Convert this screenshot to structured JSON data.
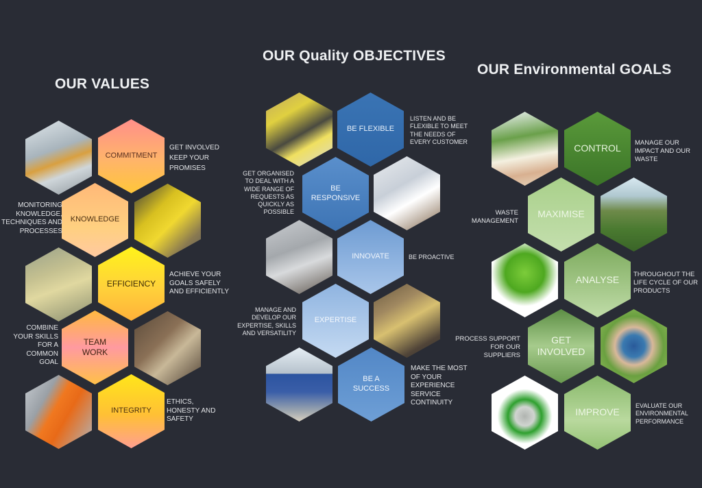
{
  "values": {
    "title": "OUR VALUES",
    "items": [
      {
        "label": "COMMITMENT",
        "description": "GET INVOLVED\nKEEP YOUR\nPROMISES",
        "side": "right"
      },
      {
        "label": "KNOWLEDGE",
        "description": "MONITORING\nKNOWLEDGE,\nTECHNIQUES AND\nPROCESSES",
        "side": "left"
      },
      {
        "label": "EFFICIENCY",
        "description": "ACHIEVE YOUR\nGOALS SAFELY\nAND EFFICIENTLY",
        "side": "right"
      },
      {
        "label": "TEAM\nWORK",
        "description": "COMBINE\nYOUR SKILLS\nFOR A\nCOMMON\nGOAL",
        "side": "left"
      },
      {
        "label": "INTEGRITY",
        "description": "ETHICS,\nHONESTY AND\nSAFETY",
        "side": "right"
      }
    ],
    "photos": [
      "robot-cell-photo",
      "yellow-fixture-photo",
      "production-line-photo",
      "team-hands-photo",
      "orange-robot-arm-photo"
    ],
    "colors": {
      "top": "#ff8f8a",
      "mid": "#ffd23a",
      "bottom": "#ffc63a"
    }
  },
  "quality": {
    "title": "OUR Quality OBJECTIVES",
    "items": [
      {
        "label": "BE FLEXIBLE",
        "description": "LISTEN AND BE\nFLEXIBLE TO MEET\nTHE NEEDS OF\nEVERY CUSTOMER",
        "side": "right"
      },
      {
        "label": "BE\nRESPONSIVE",
        "description": "GET ORGANISED\nTO DEAL WITH A\nWIDE RANGE OF\nREQUESTS AS\nQUICKLY AS\nPOSSIBLE",
        "side": "left"
      },
      {
        "label": "INNOVATE",
        "description": "BE PROACTIVE",
        "side": "right"
      },
      {
        "label": "EXPERTISE",
        "description": "MANAGE AND\nDEVELOP OUR\nEXPERTISE, SKILLS\nAND VERSATILITY",
        "side": "left"
      },
      {
        "label": "BE A\nSUCCESS",
        "description": "MAKE THE MOST\nOF YOUR\nEXPERIENCE\nSERVICE\nCONTINUITY",
        "side": "right"
      }
    ],
    "photos": [
      "conveyor-rails-photo",
      "technical-drawing-photo",
      "control-cabinet-photo",
      "factory-machinery-photo",
      "company-building-photo"
    ],
    "colors": {
      "dark": "#2f67a8",
      "light": "#c5daf2"
    }
  },
  "environment": {
    "title": "OUR Environmental GOALS",
    "items": [
      {
        "label": "CONTROL",
        "description": "MANAGE OUR\nIMPACT AND OUR\nWASTE",
        "side": "right"
      },
      {
        "label": "MAXIMISE",
        "description": "WASTE\nMANAGEMENT",
        "side": "left"
      },
      {
        "label": "ANALYSE",
        "description": "THROUGHOUT THE\nLIFE CYCLE OF OUR\nPRODUCTS",
        "side": "right"
      },
      {
        "label": "GET\nINVOLVED",
        "description": "PROCESS SUPPORT\nFOR OUR\nSUPPLIERS",
        "side": "left"
      },
      {
        "label": "IMPROVE",
        "description": "EVALUATE OUR\nENVIRONMENTAL\nPERFORMANCE",
        "side": "right"
      }
    ],
    "photos": [
      "tree-in-hand-photo",
      "green-mountain-photo",
      "gear-tree-photo",
      "earth-in-hands-photo",
      "recycle-globe-photo"
    ],
    "colors": {
      "dark": "#3b7428",
      "light": "#c4dfae"
    }
  }
}
